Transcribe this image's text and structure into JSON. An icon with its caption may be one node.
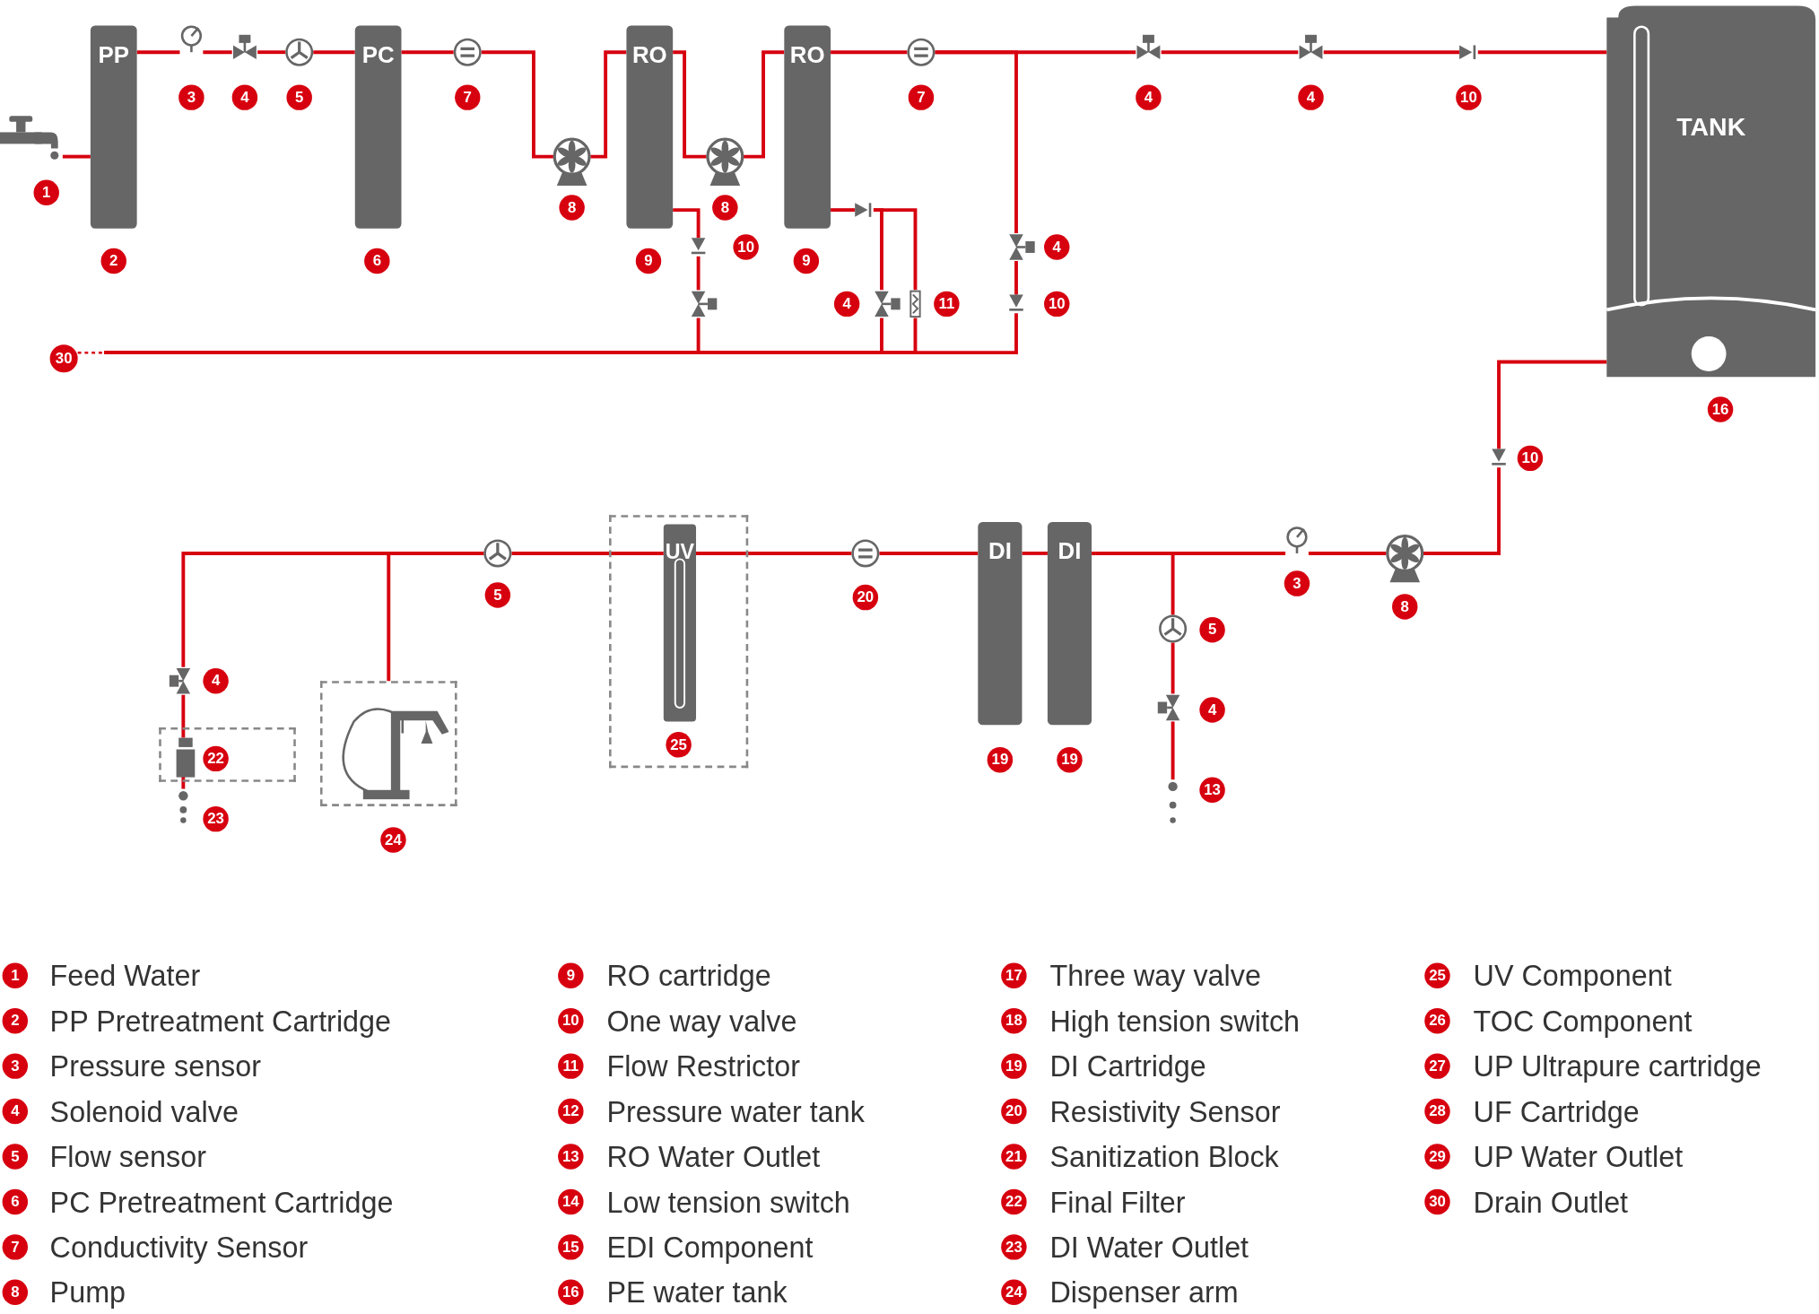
{
  "diagram": {
    "nodes": [
      {
        "text": [],
        "shape": "picture",
        "beside": [
          "1"
        ]
      },
      {
        "text": [
          "PP"
        ],
        "beside": [
          "2"
        ]
      },
      {
        "text": [],
        "shape": "circle",
        "beside": [
          "3"
        ]
      },
      {
        "text": [],
        "shape": "valve",
        "beside": [
          "4"
        ]
      },
      {
        "text": [],
        "shape": "circle",
        "beside": [
          "5"
        ]
      },
      {
        "text": [
          "PC"
        ],
        "beside": [
          "6"
        ]
      },
      {
        "text": [],
        "shape": "circle",
        "beside": [
          "7"
        ]
      },
      {
        "text": [],
        "shape": "pump",
        "beside": [
          "8"
        ]
      },
      {
        "text": [
          "RO"
        ],
        "beside": [
          "9"
        ]
      },
      {
        "text": [],
        "shape": "pump",
        "beside": [
          "8"
        ]
      },
      {
        "text": [
          "RO"
        ],
        "beside": [
          "9"
        ]
      },
      {
        "text": [],
        "shape": "circle",
        "beside": [
          "7"
        ]
      },
      {
        "text": [],
        "shape": "valve",
        "beside": [
          "4"
        ]
      },
      {
        "text": [],
        "shape": "valve",
        "beside": [
          "4"
        ]
      },
      {
        "text": [],
        "shape": "valve",
        "beside": [
          "10"
        ]
      },
      {
        "text": [
          "TANK"
        ],
        "beside": [
          "16"
        ]
      },
      {
        "text": [],
        "shape": "valve",
        "beside": [
          "10"
        ]
      },
      {
        "text": [],
        "shape": "valve"
      },
      {
        "text": [],
        "shape": "valve"
      },
      {
        "text": [],
        "shape": "valve",
        "beside": [
          "4"
        ]
      },
      {
        "text": [],
        "shape": "box",
        "beside": [
          "11"
        ]
      },
      {
        "text": [],
        "shape": "valve",
        "beside": [
          "4"
        ]
      },
      {
        "text": [],
        "shape": "valve",
        "beside": [
          "10"
        ]
      },
      {
        "text": [
          "30"
        ]
      },
      {
        "text": [],
        "shape": "valve",
        "beside": [
          "10"
        ]
      },
      {
        "text": [],
        "shape": "pump",
        "beside": [
          "8"
        ]
      },
      {
        "text": [],
        "shape": "circle",
        "beside": [
          "3"
        ]
      },
      {
        "text": [],
        "shape": "circle",
        "beside": [
          "5"
        ]
      },
      {
        "text": [],
        "shape": "valve",
        "beside": [
          "4"
        ]
      },
      {
        "text": [],
        "shape": "drop",
        "beside": [
          "13"
        ]
      },
      {
        "text": [
          "DI"
        ],
        "beside": [
          "19"
        ]
      },
      {
        "text": [
          "DI"
        ],
        "beside": [
          "19"
        ]
      },
      {
        "text": [],
        "shape": "circle",
        "beside": [
          "20"
        ]
      },
      {
        "text": [],
        "shape": "box",
        "beside": [
          "25"
        ]
      },
      {
        "text": [
          "UV"
        ],
        "in": 33
      },
      {
        "text": [],
        "shape": "circle",
        "beside": [
          "5"
        ]
      },
      {
        "text": [],
        "shape": "box",
        "beside": [
          "24"
        ]
      },
      {
        "text": [],
        "shape": "picture",
        "in": 36
      },
      {
        "text": [],
        "shape": "valve",
        "beside": [
          "4"
        ]
      },
      {
        "text": [],
        "shape": "box",
        "beside": [
          "22"
        ]
      },
      {
        "text": [],
        "shape": "picture",
        "in": 39
      },
      {
        "text": [],
        "shape": "drop",
        "beside": [
          "23"
        ]
      }
    ],
    "edges": [
      {
        "from": 0,
        "to": 1,
        "arrow": "none"
      },
      {
        "from": 1,
        "to": 2,
        "arrow": "none"
      },
      {
        "from": 2,
        "to": 3,
        "arrow": "none"
      },
      {
        "from": 3,
        "to": 4,
        "arrow": "none"
      },
      {
        "from": 4,
        "to": 5,
        "arrow": "none"
      },
      {
        "from": 5,
        "to": 6,
        "arrow": "none"
      },
      {
        "from": 6,
        "to": 7,
        "arrow": "none"
      },
      {
        "from": 7,
        "to": 8,
        "arrow": "none"
      },
      {
        "from": 8,
        "to": 9,
        "arrow": "none"
      },
      {
        "from": 9,
        "to": 10,
        "arrow": "none"
      },
      {
        "from": 10,
        "to": 11,
        "arrow": "none"
      },
      {
        "from": 11,
        "to": 12,
        "arrow": "none"
      },
      {
        "from": 12,
        "to": 13,
        "arrow": "none"
      },
      {
        "from": 13,
        "to": 14,
        "arrow": "none"
      },
      {
        "from": 14,
        "to": 15,
        "arrow": "none"
      },
      {
        "from": 8,
        "to": 16,
        "arrow": "none"
      },
      {
        "from": 16,
        "to": 17,
        "arrow": "none"
      },
      {
        "from": 17,
        "to": 23,
        "arrow": "none"
      },
      {
        "from": 10,
        "to": 18,
        "arrow": "none"
      },
      {
        "from": 18,
        "to": 19,
        "arrow": "none"
      },
      {
        "from": 18,
        "to": 20,
        "arrow": "none"
      },
      {
        "from": 19,
        "to": 23,
        "arrow": "none"
      },
      {
        "from": 20,
        "to": 23,
        "arrow": "none"
      },
      {
        "from": 11,
        "to": 21,
        "arrow": "none"
      },
      {
        "from": 21,
        "to": 22,
        "arrow": "none"
      },
      {
        "from": 22,
        "to": 23,
        "arrow": "none"
      },
      {
        "from": 15,
        "to": 24,
        "arrow": "none"
      },
      {
        "from": 24,
        "to": 25,
        "arrow": "none"
      },
      {
        "from": 25,
        "to": 26,
        "arrow": "none"
      },
      {
        "from": 26,
        "to": 27,
        "arrow": "none"
      },
      {
        "from": 27,
        "to": 28,
        "arrow": "none"
      },
      {
        "from": 28,
        "to": 29,
        "arrow": "none"
      },
      {
        "from": 26,
        "to": 30,
        "arrow": "none"
      },
      {
        "from": 30,
        "to": 31,
        "arrow": "none"
      },
      {
        "from": 31,
        "to": 32,
        "arrow": "none"
      },
      {
        "from": 32,
        "to": 34,
        "arrow": "none"
      },
      {
        "from": 34,
        "to": 35,
        "arrow": "none"
      },
      {
        "from": 35,
        "to": 36,
        "arrow": "none"
      },
      {
        "from": 35,
        "to": 38,
        "arrow": "none"
      },
      {
        "from": 38,
        "to": 40,
        "arrow": "none"
      },
      {
        "from": 40,
        "to": 41,
        "arrow": "none"
      }
    ],
    "labels": [
      "1",
      "Feed Water",
      "2",
      "PP Pretreatment Cartridge",
      "3",
      "Pressure sensor",
      "4",
      "Solenoid valve",
      "5",
      "Flow sensor",
      "6",
      "PC Pretreatment Cartridge",
      "7",
      "Conductivity Sensor",
      "8",
      "Pump",
      "9",
      "RO cartridge",
      "10",
      "One way valve",
      "11",
      "Flow Restrictor",
      "12",
      "Pressure water tank",
      "13",
      "RO Water Outlet",
      "14",
      "Low tension switch",
      "15",
      "EDI Component",
      "16",
      "PE water tank",
      "17",
      "Three way valve",
      "18",
      "High tension switch",
      "19",
      "DI Cartridge",
      "20",
      "Resistivity Sensor",
      "21",
      "Sanitization Block",
      "22",
      "Final Filter",
      "23",
      "DI Water Outlet",
      "24",
      "Dispenser arm",
      "25",
      "UV Component",
      "26",
      "TOC Component",
      "27",
      "UP Ultrapure cartridge",
      "28",
      "UF Cartridge",
      "29",
      "UP Water Outlet",
      "30",
      "Drain Outlet"
    ]
  }
}
